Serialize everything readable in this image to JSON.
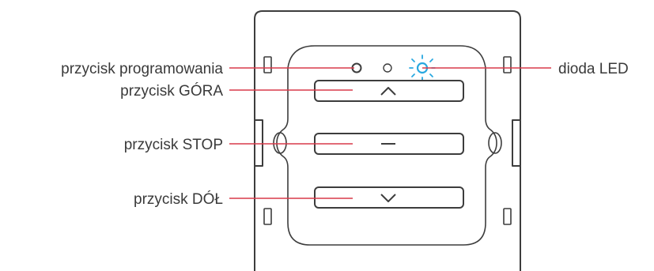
{
  "labels": {
    "programming_button": "przycisk programowania",
    "up_button": "przycisk GÓRA",
    "stop_button": "przycisk STOP",
    "down_button": "przycisk DÓŁ",
    "led": "dioda LED"
  },
  "icons": {
    "up": "chevron-up-icon",
    "stop": "minus-icon",
    "down": "chevron-down-icon"
  },
  "colors": {
    "outline": "#3d3d3d",
    "leader": "#d93a4a",
    "led": "#29a8e0",
    "text": "#3a3a3a"
  }
}
